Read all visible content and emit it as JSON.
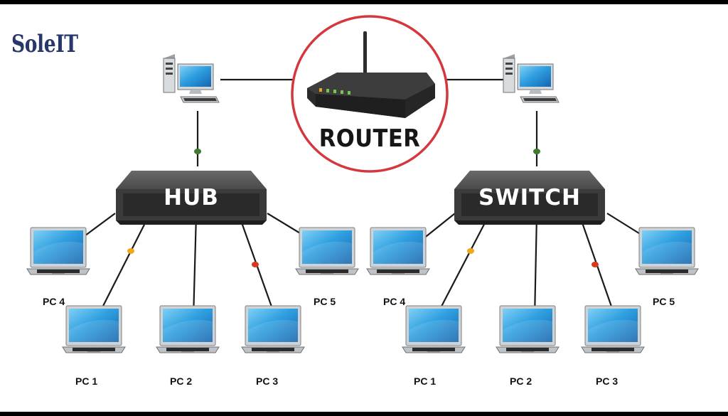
{
  "brand": {
    "logo_text": "SoleIT"
  },
  "router": {
    "label": "ROUTER"
  },
  "hub_network": {
    "device_label": "HUB",
    "computers": [
      {
        "label": "PC 1"
      },
      {
        "label": "PC 2"
      },
      {
        "label": "PC 3"
      },
      {
        "label": "PC 4"
      },
      {
        "label": "PC 5"
      }
    ]
  },
  "switch_network": {
    "device_label": "SWITCH",
    "computers": [
      {
        "label": "PC 1"
      },
      {
        "label": "PC 2"
      },
      {
        "label": "PC 3"
      },
      {
        "label": "PC 4"
      },
      {
        "label": "PC 5"
      }
    ]
  },
  "colors": {
    "router_ring": "#d4383f",
    "device_box": "#3a3a3a",
    "screen_blue": "#2c8fd0",
    "uplink_dot": "#3f7a2f",
    "signal_dot_yellow": "#f2a71b",
    "signal_dot_red": "#d63a1b",
    "brand": "#27366b"
  }
}
